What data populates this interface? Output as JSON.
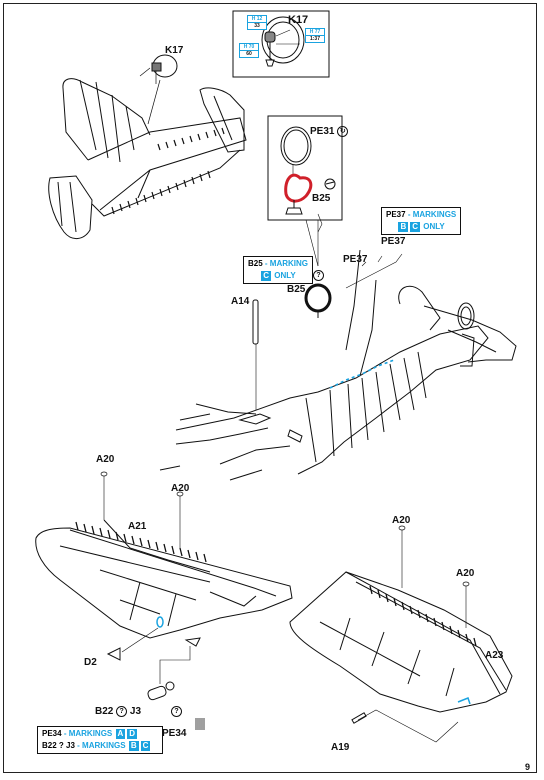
{
  "page_number": "9",
  "parts": {
    "k17_top": "K17",
    "k17_inset": "K17",
    "pe31": "PE31",
    "b25_inset": "B25",
    "b25_main": "B25",
    "pe37_a": "PE37",
    "pe37_b": "PE37",
    "a14": "A14",
    "a20_1": "A20",
    "a20_2": "A20",
    "a20_3": "A20",
    "a20_4": "A20",
    "a21": "A21",
    "a23": "A23",
    "a19": "A19",
    "d2": "D2",
    "b22": "B22",
    "j3": "J3",
    "pe34": "PE34"
  },
  "k17_chips": {
    "left_top": {
      "code": "H 12",
      "value": "33"
    },
    "left_bottom": {
      "code": "H 70",
      "value": "60"
    },
    "right": {
      "code": "H 77",
      "value": "1:37"
    }
  },
  "notes": {
    "pe37": {
      "part": "PE37",
      "suffix": "- MARKINGS",
      "chips": [
        "B",
        "C"
      ],
      "tail": "ONLY"
    },
    "b25": {
      "part": "B25",
      "suffix": "- MARKING",
      "chips": [
        "C"
      ],
      "tail": "ONLY"
    },
    "bottom": {
      "line1": {
        "part": "PE34",
        "suffix": "- MARKINGS",
        "chips": [
          "A",
          "D"
        ]
      },
      "line2": {
        "part": "B22 ? J3",
        "suffix": "- MARKINGS",
        "chips": [
          "B",
          "C"
        ]
      }
    }
  },
  "colors": {
    "accent": "#1aa3e0",
    "ink": "#111111",
    "red": "#d0202a"
  }
}
